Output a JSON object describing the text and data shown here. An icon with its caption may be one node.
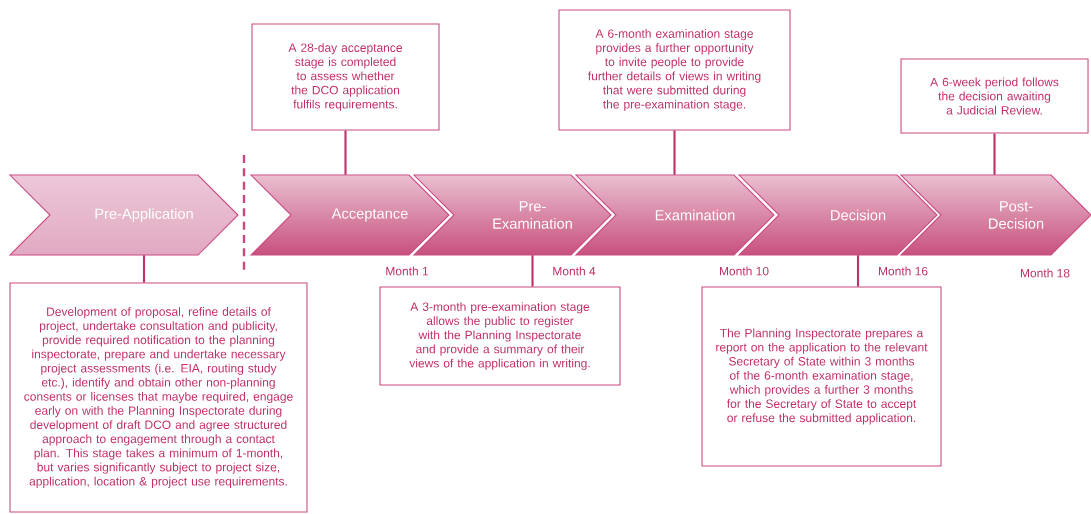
{
  "diagram": {
    "nodes": [
      {
        "text": [
          "Pre-Application"
        ]
      },
      {
        "text": [
          "Acceptance"
        ]
      },
      {
        "text": [
          "Pre-Examination"
        ]
      },
      {
        "text": [
          "Examination"
        ]
      },
      {
        "text": [
          "Decision"
        ]
      },
      {
        "text": [
          "Post-Decision"
        ]
      },
      {
        "text": [
          "A 28-day acceptance stage is completed to assess whether the DCO application fulfils requirements."
        ]
      },
      {
        "text": [
          "A 6-month examination stage provides a further opportunity to invite people to provide further details of views in writing that were submitted during the pre-examination stage."
        ]
      },
      {
        "text": [
          "A 6-week period follows the decision awaiting a Judicial Review."
        ]
      },
      {
        "text": [
          "Development of proposal, refine details of project, undertake consultation and publicity, provide required notification to the planning inspectorate, prepare and undertake necessary project assessments (i.e. EIA, routing study etc.), identify and obtain other non-planning consents or licenses that maybe required, engage early on with the Planning Inspectorate during development of draft DCO and agree structured approach to engagement through a contact plan. This stage takes a minimum of 1-month, but varies significantly subject to project size, application, location & project use requirements."
        ]
      },
      {
        "text": [
          "A 3-month pre-examination stage allows the public to register with the Planning Inspectorate and provide a summary of their views of the application in writing."
        ]
      },
      {
        "text": [
          "The Planning Inspectorate prepares a report on the application to the relevant Secretary of State within 3 months of the 6-month examination stage, which provides a further 3 months for the Secretary of State to accept or refuse the submitted application."
        ]
      }
    ],
    "edges": [
      {
        "from": 6,
        "to": 1,
        "arrow": "none"
      },
      {
        "from": 7,
        "to": 3,
        "arrow": "none"
      },
      {
        "from": 8,
        "to": 5,
        "arrow": "none"
      },
      {
        "from": 0,
        "to": 9,
        "arrow": "none"
      },
      {
        "from": 2,
        "to": 10,
        "arrow": "none"
      },
      {
        "from": 4,
        "to": 11,
        "arrow": "none"
      }
    ],
    "labels": [
      "Month 1",
      "Month 4",
      "Month 10",
      "Month 16",
      "Month 18"
    ]
  }
}
